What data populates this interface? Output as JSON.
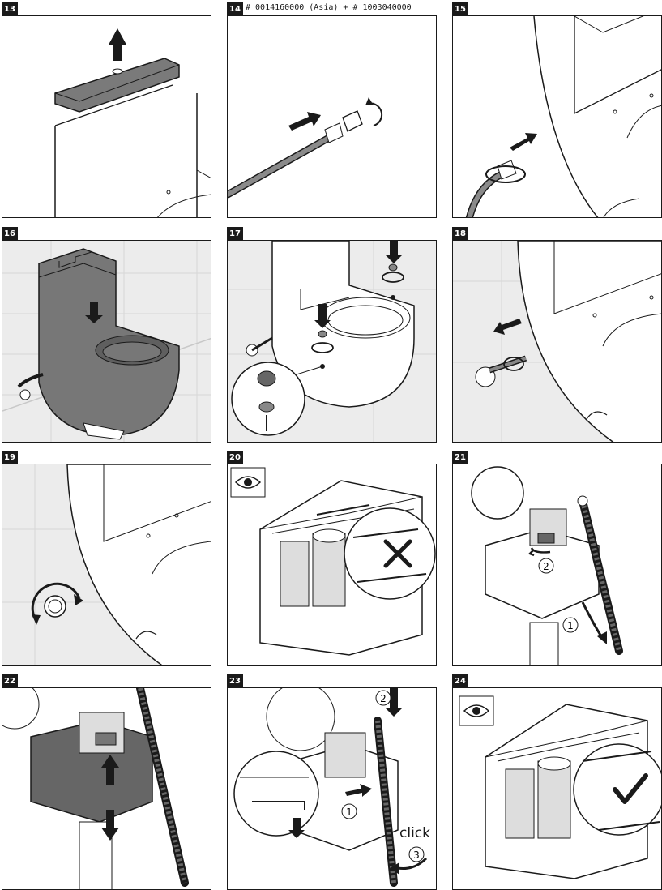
{
  "steps": [
    {
      "number": "13"
    },
    {
      "number": "14",
      "reference": "# 0014160000 (Asia) + # 1003040000"
    },
    {
      "number": "15"
    },
    {
      "number": "16"
    },
    {
      "number": "17"
    },
    {
      "number": "18"
    },
    {
      "number": "19"
    },
    {
      "number": "20"
    },
    {
      "number": "21",
      "callouts": [
        "2",
        "1"
      ]
    },
    {
      "number": "22"
    },
    {
      "number": "23",
      "callouts": [
        "2",
        "1",
        "3"
      ],
      "text": "click"
    },
    {
      "number": "24"
    }
  ],
  "icons": {
    "inspect": "eye-icon",
    "wrong": "cross-icon",
    "correct": "check-icon"
  },
  "colors": {
    "ink": "#1a1a1a",
    "ceramic": "#ffffff",
    "dark_part": "#6d6d6d",
    "wall_tile": "#e9e9e9"
  }
}
